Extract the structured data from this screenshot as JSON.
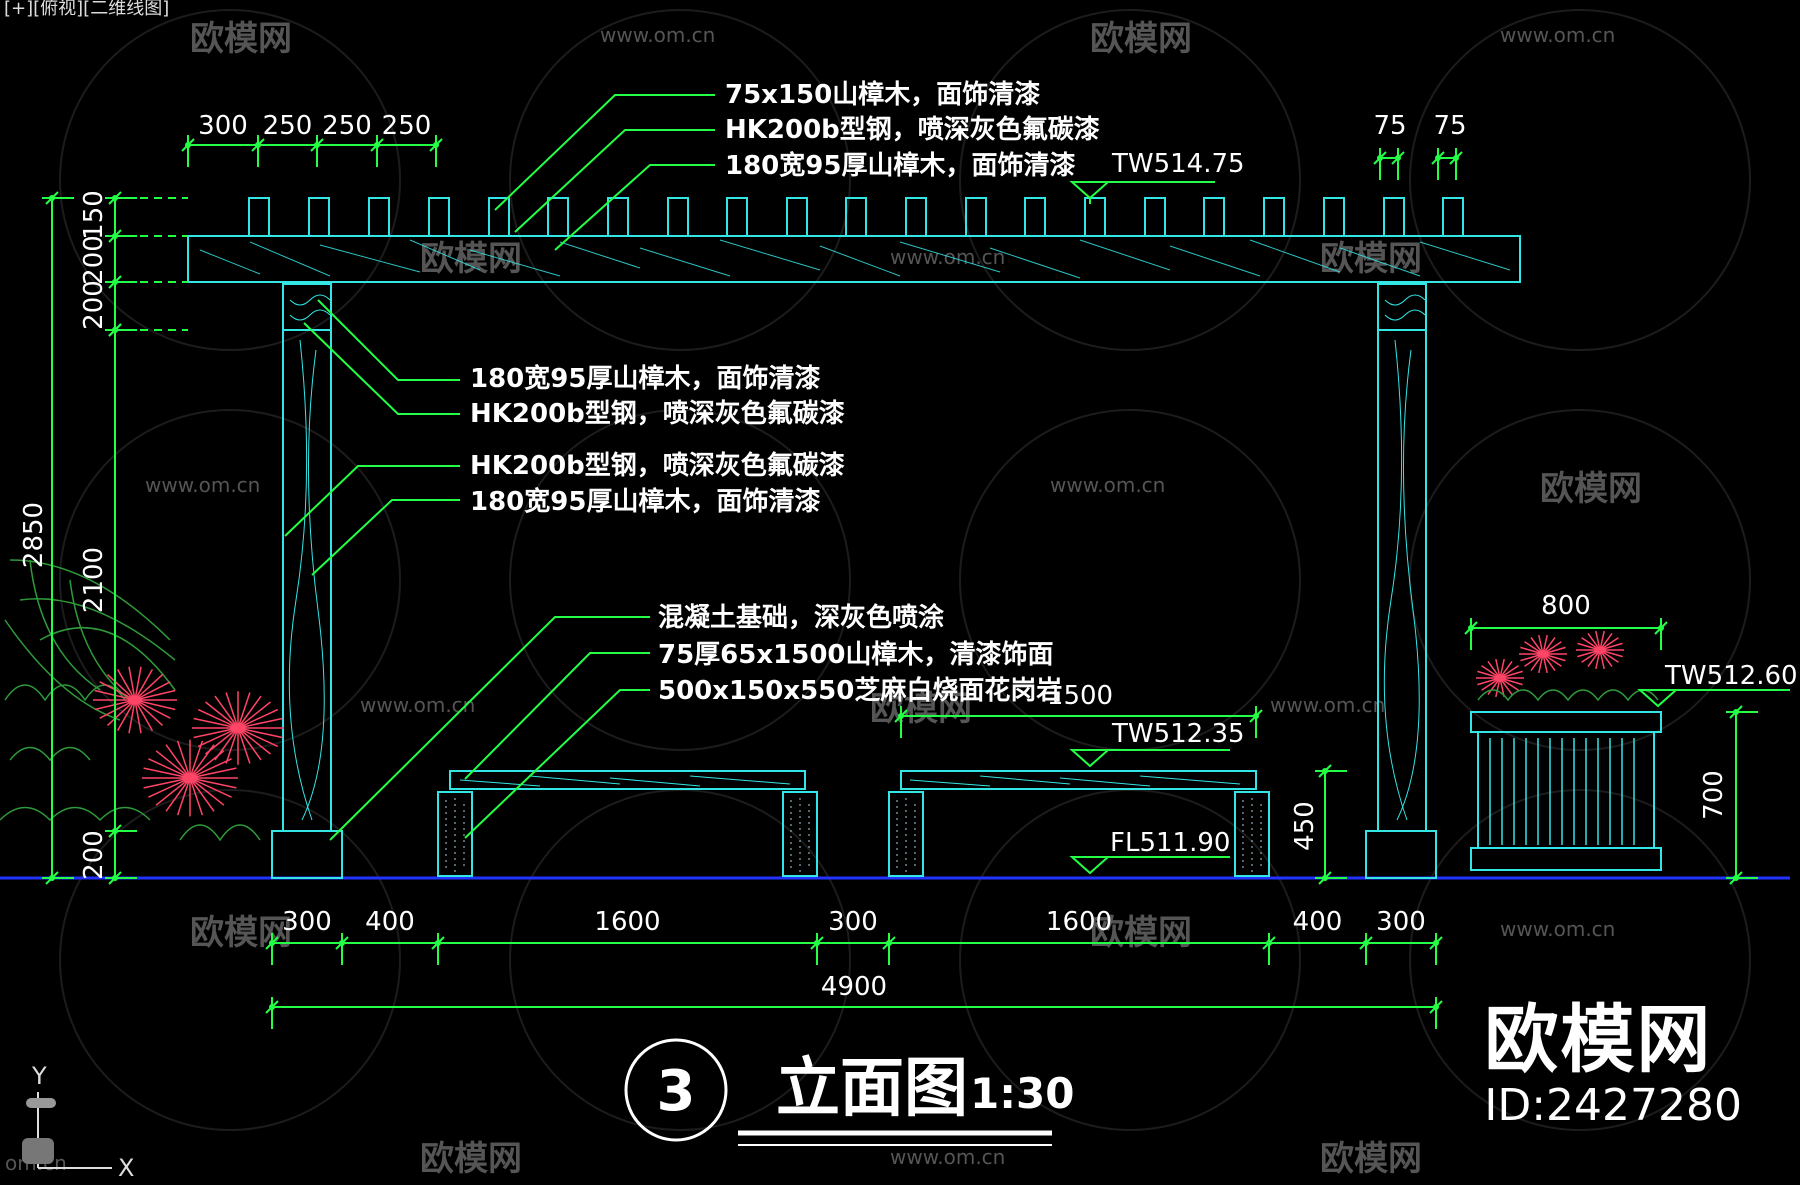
{
  "viewport_label": "[+][俯视][二维线图]",
  "watermark": {
    "brand": "欧模网",
    "url": "www.om.cn",
    "url_short": "om.cn"
  },
  "brand_block": {
    "logo": "欧模网",
    "id": "ID:2427280"
  },
  "title": {
    "number": "3",
    "name": "立面图",
    "scale": "1:30"
  },
  "top_dims": {
    "spacing": [
      "300",
      "250",
      "250",
      "250"
    ],
    "right": [
      "75",
      "75"
    ]
  },
  "left_dims": {
    "overall": "2850",
    "col": "2100",
    "d1": "150",
    "d2": "200",
    "d3": "200",
    "base": "200"
  },
  "bottom_dims": {
    "segments": [
      "300",
      "400",
      "1600",
      "300",
      "1600",
      "400",
      "300"
    ],
    "total": "4900"
  },
  "levels": {
    "top": "TW514.75",
    "bench": "TW512.35",
    "floor": "FL511.90",
    "planter": "TW512.60"
  },
  "bench_dims": {
    "length": "1500",
    "height": "450"
  },
  "planter_dims": {
    "width": "800",
    "height": "700"
  },
  "notes": {
    "top": [
      "75x150山樟木，面饰清漆",
      "HK200b型钢，喷深灰色氟碳漆",
      "180宽95厚山樟木，面饰清漆"
    ],
    "col_upper": [
      "180宽95厚山樟木，面饰清漆",
      "HK200b型钢，喷深灰色氟碳漆"
    ],
    "col_lower": [
      "HK200b型钢，喷深灰色氟碳漆",
      "180宽95厚山樟木，面饰清漆"
    ],
    "bench": [
      "混凝土基础，深灰色喷涂",
      "75厚65x1500山樟木，清漆饰面",
      "500x150x550芝麻白烧面花岗岩"
    ]
  },
  "axis": {
    "y": "Y",
    "x": "X"
  },
  "colors": {
    "structure": "#33e5e5",
    "dimension": "#22ff44",
    "text": "#ffffff",
    "ground": "#2233ff",
    "plant_red": "#ff4466",
    "plant_green": "#2f9a3a",
    "watermark": "#5a5a5a"
  }
}
